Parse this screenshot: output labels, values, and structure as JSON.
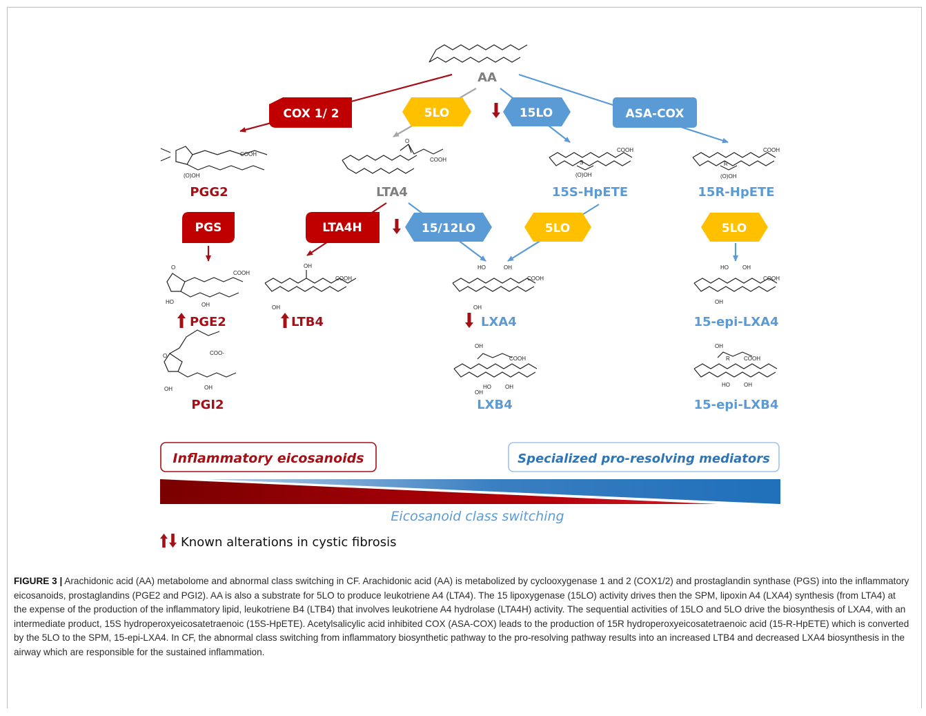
{
  "diagram": {
    "root": "AA",
    "enzymes": {
      "cox": "COX 1/ 2",
      "lo5_top": "5LO",
      "lo15": "15LO",
      "asacox": "ASA-COX",
      "pgs": "PGS",
      "lta4h": "LTA4H",
      "lo1512": "15/12LO",
      "lo5_mid": "5LO",
      "lo5_right": "5LO"
    },
    "products": {
      "pgg2": "PGG2",
      "lta4": "LTA4",
      "hpete15s": "15S-HpETE",
      "hpete15r": "15R-HpETE",
      "pge2": "PGE2",
      "ltb4": "LTB4",
      "lxa4": "LXA4",
      "epilxa4": "15-epi-LXA4",
      "pgi2": "PGI2",
      "lxb4": "LXB4",
      "epilxb4": "15-epi-LXB4"
    },
    "chem_labels": {
      "cooh": "COOH",
      "oh": "OH",
      "ooh": "(O)OH",
      "coo_minus": "COO-",
      "ho": "HO",
      "o": "O",
      "s": "S",
      "r": "R"
    },
    "class_inflammatory": "Inflammatory eicosanoids",
    "class_spm": "Specialized pro-resolving mediators",
    "switching": "Eicosanoid class switching",
    "legend": "Known alterations in cystic fibrosis",
    "colors": {
      "red": "#a50f15",
      "blue": "#5b9bd5",
      "orange": "#ffc000",
      "grey": "#7f7f7f"
    }
  },
  "caption": {
    "label": "FIGURE 3 |",
    "text": "Arachidonic acid (AA) metabolome and abnormal class switching in CF. Arachidonic acid (AA) is metabolized by cyclooxygenase 1 and 2 (COX1/2) and prostaglandin synthase (PGS) into the inflammatory eicosanoids, prostaglandins (PGE2 and PGI2). AA is also a substrate for 5LO to produce leukotriene A4 (LTA4). The 15 lipoxygenase (15LO) activity drives then the SPM, lipoxin A4 (LXA4) synthesis (from LTA4) at the expense of the production of the inflammatory lipid, leukotriene B4 (LTB4) that involves leukotriene A4 hydrolase (LTA4H) activity. The sequential activities of 15LO and 5LO drive the biosynthesis of LXA4, with an intermediate product, 15S hydroperoxyeicosatetraenoic (15S-HpETE). Acetylsalicylic acid inhibited COX (ASA-COX) leads to the production of 15R hydroperoxyeicosatetraenoic acid (15-R-HpETE) which is converted by the 5LO to the SPM, 15-epi-LXA4. In CF, the abnormal class switching from inflammatory biosynthetic pathway to the pro-resolving pathway results into an increased LTB4 and decreased LXA4 biosynthesis in the airway which are responsible for the sustained inflammation."
  }
}
